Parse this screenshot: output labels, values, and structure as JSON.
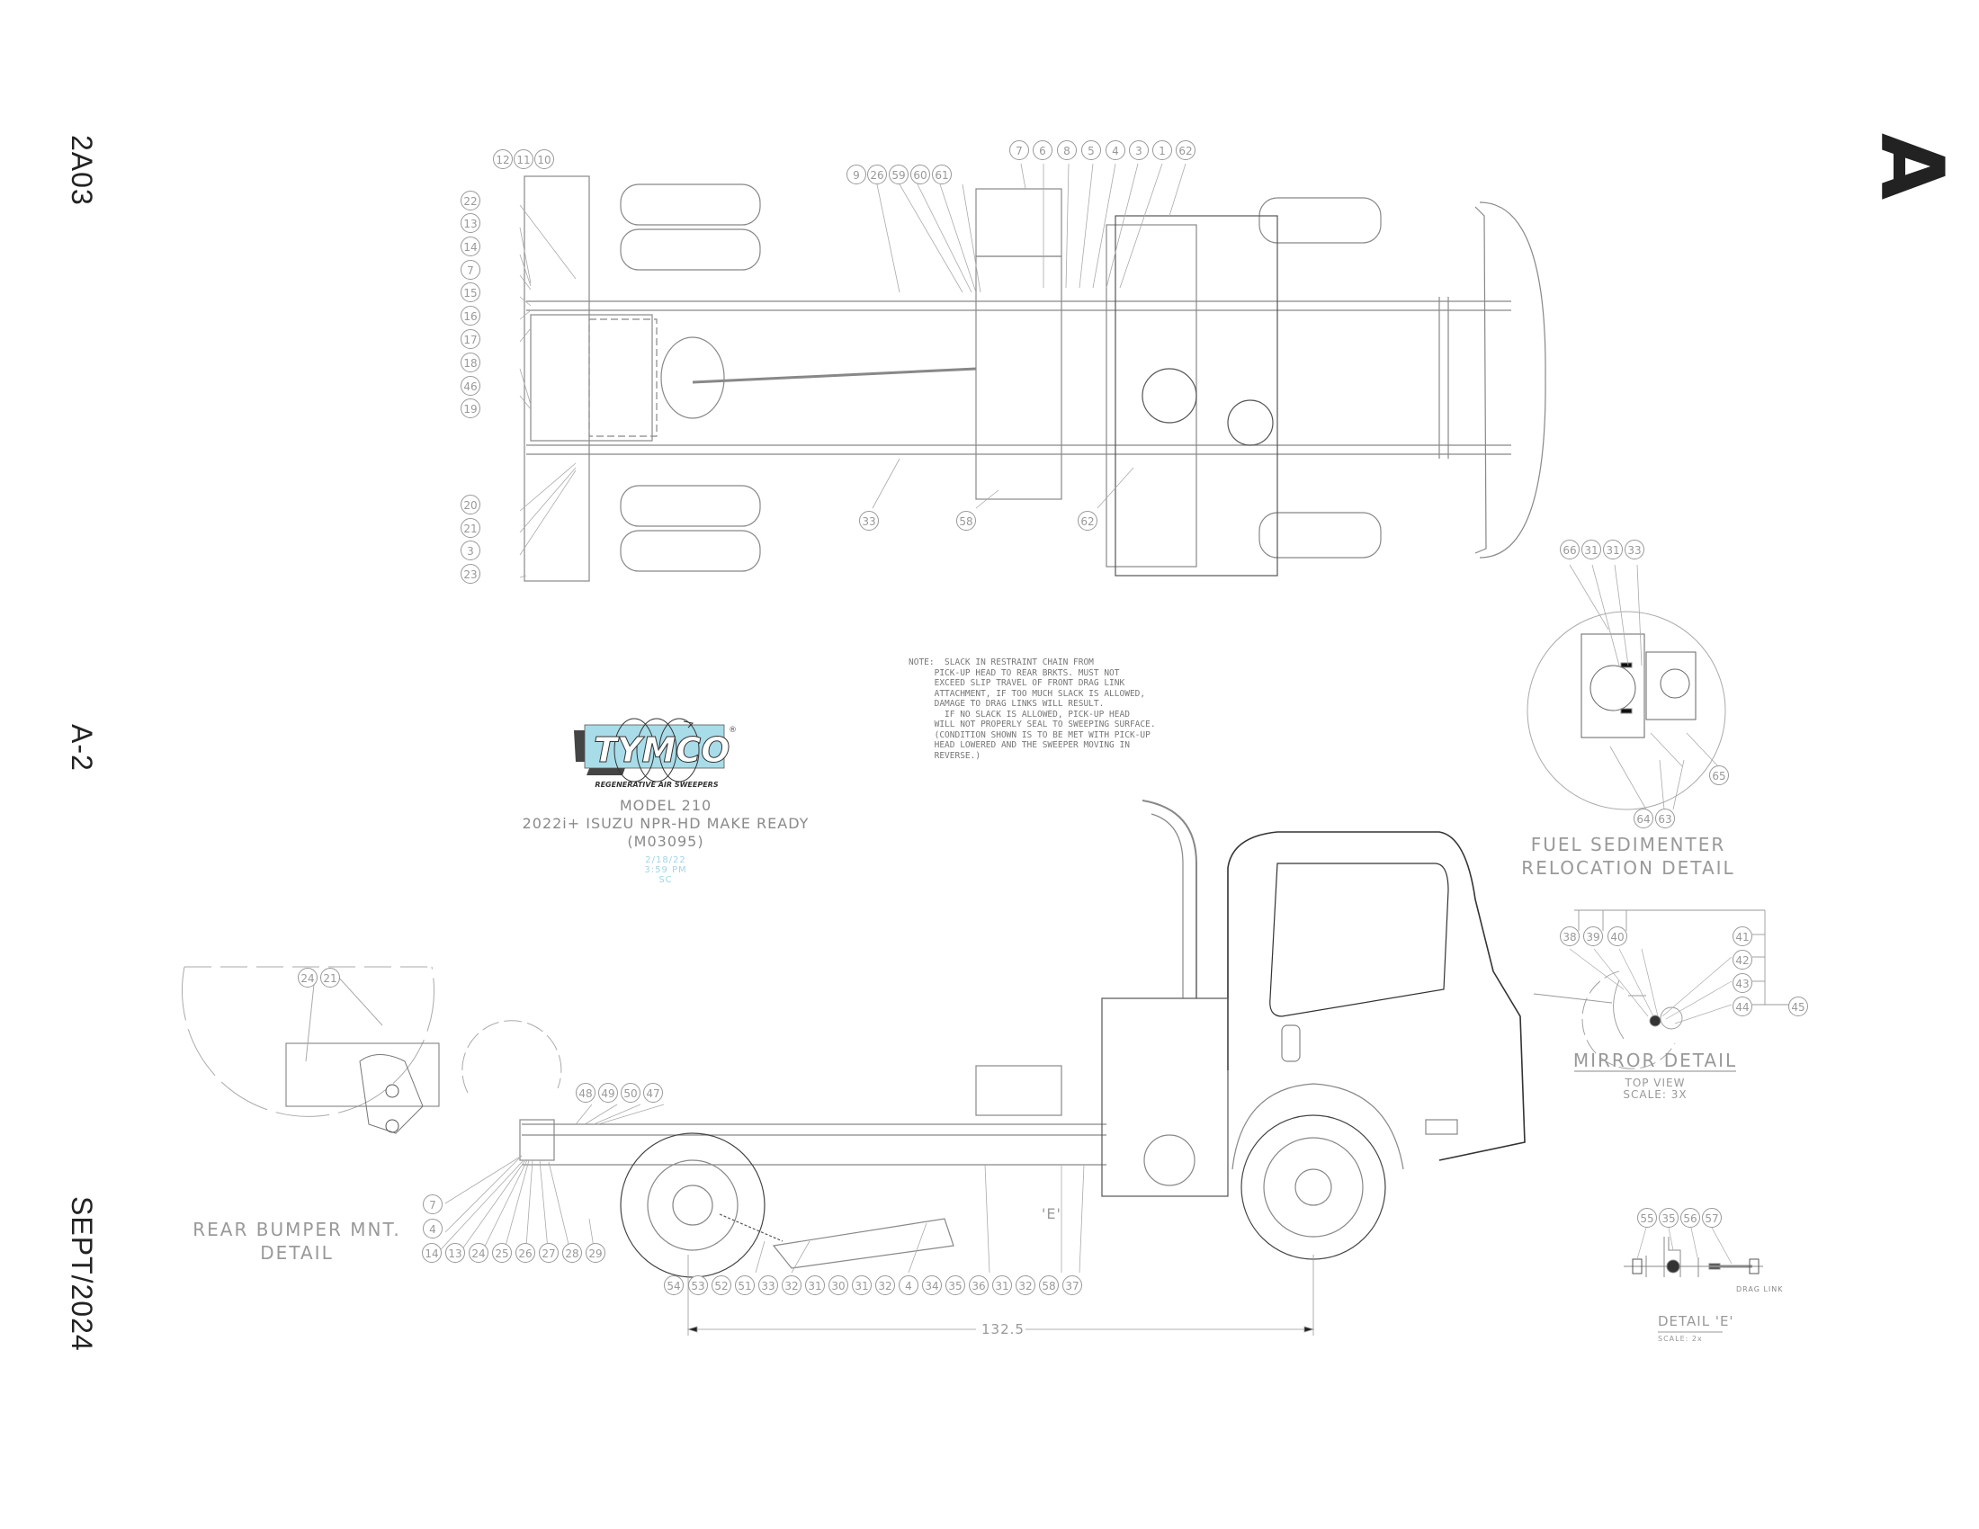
{
  "sheet": {
    "code": "2A03",
    "page": "A-2",
    "date": "SEPT/2024",
    "letter": "A"
  },
  "title_block": {
    "brand": "TYMCO",
    "tagline": "REGENERATIVE AIR SWEEPERS",
    "model": "MODEL 210",
    "description": "2022i+ ISUZU NPR-HD MAKE READY",
    "part_number": "(M03095)",
    "stamp_date": "2/18/22",
    "stamp_time": "3:59 PM",
    "stamp_initials": "SC",
    "colors": {
      "logo_fill": "#a8dce8",
      "logo_shadow": "#444444",
      "stamp": "#9fd6e6"
    }
  },
  "note": {
    "text": "NOTE:  SLACK IN RESTRAINT CHAIN FROM\n     PICK-UP HEAD TO REAR BRKTS. MUST NOT\n     EXCEED SLIP TRAVEL OF FRONT DRAG LINK\n     ATTACHMENT, IF TOO MUCH SLACK IS ALLOWED,\n     DAMAGE TO DRAG LINKS WILL RESULT.\n       IF NO SLACK IS ALLOWED, PICK-UP HEAD\n     WILL NOT PROPERLY SEAL TO SWEEPING SURFACE.\n     (CONDITION SHOWN IS TO BE MET WITH PICK-UP\n     HEAD LOWERED AND THE SWEEPER MOVING IN\n     REVERSE.)"
  },
  "top_view": {
    "left_callouts": [
      "22",
      "13",
      "14",
      "7",
      "15",
      "16",
      "17",
      "18",
      "46",
      "19",
      "20",
      "21",
      "3",
      "23"
    ],
    "top_left_callouts": [
      "12",
      "11",
      "10"
    ],
    "top_mid_callouts": [
      "9",
      "26",
      "59",
      "60",
      "61"
    ],
    "top_right_callouts": [
      "7",
      "6",
      "8",
      "5",
      "4",
      "3",
      "1",
      "62"
    ],
    "bottom_callouts": [
      "33",
      "58",
      "62"
    ]
  },
  "side_view": {
    "top_callouts": [
      "48",
      "49",
      "50",
      "47"
    ],
    "left_callouts": [
      "7",
      "4"
    ],
    "bottom_left_callouts": [
      "14",
      "13",
      "24",
      "25",
      "26",
      "27",
      "28",
      "29"
    ],
    "bottom_callouts": [
      "54",
      "53",
      "52",
      "51",
      "33",
      "32",
      "31",
      "30",
      "31",
      "32",
      "4",
      "34",
      "35",
      "36",
      "31",
      "32",
      "58",
      "37"
    ],
    "detail_marker": "'E'",
    "dimension": "132.5"
  },
  "details": {
    "rear_bumper": {
      "title_line1": "REAR BUMPER MNT.",
      "title_line2": "DETAIL",
      "callouts": [
        "24",
        "21"
      ]
    },
    "fuel_sedimenter": {
      "title_line1": "FUEL SEDIMENTER",
      "title_line2": "RELOCATION DETAIL",
      "top_callouts": [
        "66",
        "31",
        "31",
        "33"
      ],
      "bottom_callouts": [
        "64",
        "63"
      ],
      "side_callouts": [
        "65"
      ]
    },
    "mirror": {
      "title": "MIRROR DETAIL",
      "view": "TOP VIEW",
      "scale": "SCALE:  3X",
      "callouts": [
        "38",
        "39",
        "40",
        "41",
        "42",
        "43",
        "44",
        "45"
      ]
    },
    "detail_e": {
      "title": "DETAIL 'E'",
      "scale": "SCALE: 2x",
      "label": "DRAG LINK",
      "callouts": [
        "55",
        "35",
        "56",
        "57"
      ]
    }
  }
}
